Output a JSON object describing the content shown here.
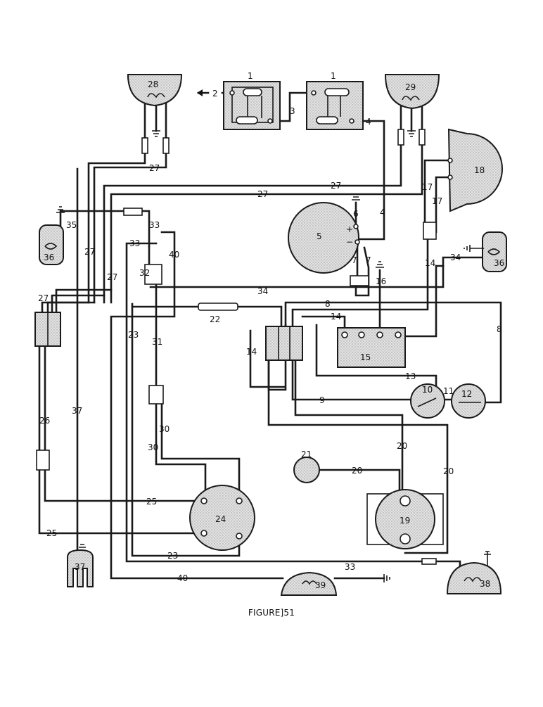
{
  "figure": {
    "caption": "FIGURE]51"
  },
  "components": {
    "c1a": "1",
    "c1b": "1",
    "c5": "5",
    "c10": "10",
    "c12": "12",
    "c15": "15",
    "c18": "18",
    "c19": "19",
    "c21": "21",
    "c24": "24",
    "c28": "28",
    "c29": "29",
    "c36a": "36",
    "c36b": "36",
    "c37": "37",
    "c38": "38",
    "c39": "39",
    "j32": "32",
    "plus": "+",
    "minus": "−"
  },
  "wires": {
    "w2": "2",
    "w3": "3",
    "w4a": "4",
    "w4b": "4",
    "w6": "6",
    "w7a": "7",
    "w7b": "7",
    "w8a": "8",
    "w8b": "8",
    "w9": "9",
    "w11": "11",
    "w13": "13",
    "w14a": "14",
    "w14b": "14",
    "w14c": "14",
    "w16": "16",
    "w17a": "17",
    "w17b": "17",
    "w20a": "20",
    "w20b": "20",
    "w20c": "20",
    "w22": "22",
    "w23a": "23",
    "w23b": "23",
    "w25a": "25",
    "w25b": "25",
    "w26": "26",
    "w27a": "27",
    "w27b": "27",
    "w27c": "27",
    "w27d": "27",
    "w27e": "27",
    "w27f": "27",
    "w30a": "30",
    "w30b": "30",
    "w31": "31",
    "w33a": "33",
    "w33b": "33",
    "w33c": "33",
    "w34a": "34",
    "w34b": "34",
    "w35": "35",
    "w37": "37",
    "w40a": "40",
    "w40b": "40"
  }
}
